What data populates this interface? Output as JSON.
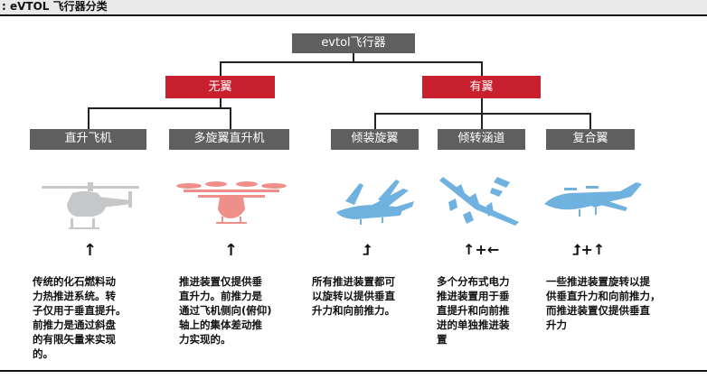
{
  "title": ": eVTOL 飞行器分类",
  "root": "evtol飞行器",
  "groups": {
    "wingless": "无翼",
    "winged": "有翼"
  },
  "types": [
    {
      "label": "直升飞机",
      "color": "#c5c7c9",
      "motion": "↑",
      "desc": [
        "传统的化石燃料动",
        "力热推进系统。转",
        "子仅用于垂直提升。",
        "前推力是通过斜盘",
        "的有限矢量来实现",
        "的。"
      ]
    },
    {
      "label": "多旋翼直升机",
      "color": "#ef8f8a",
      "motion": "↑",
      "desc": [
        "推进装置仅提供垂",
        "直升力。前推力是",
        "通过飞机侧向(俯仰)",
        "轴上的集体差动推",
        "力实现的。"
      ]
    },
    {
      "label": "倾装旋翼",
      "color": "#6fb1df",
      "motion": "⮥",
      "desc": [
        "所有推进装置都可",
        "以旋转以提供垂直",
        "升力和向前推力。"
      ]
    },
    {
      "label": "倾转涵道",
      "color": "#6fb1df",
      "motion": "↑+←",
      "desc": [
        "多个分布式电力",
        "推进装置用于垂",
        "直提升和向前推",
        "进的单独推进装",
        "置"
      ]
    },
    {
      "label": "复合翼",
      "color": "#6fb1df",
      "motion": "⮥+↑",
      "desc": [
        "一些推进装置旋转以提",
        "供垂直升力和向前推力，",
        "而推进装置仅提供垂直",
        "升力"
      ]
    }
  ],
  "colors": {
    "red": "#c8202f",
    "gray": "#5f5f5f",
    "line": "#222222"
  }
}
